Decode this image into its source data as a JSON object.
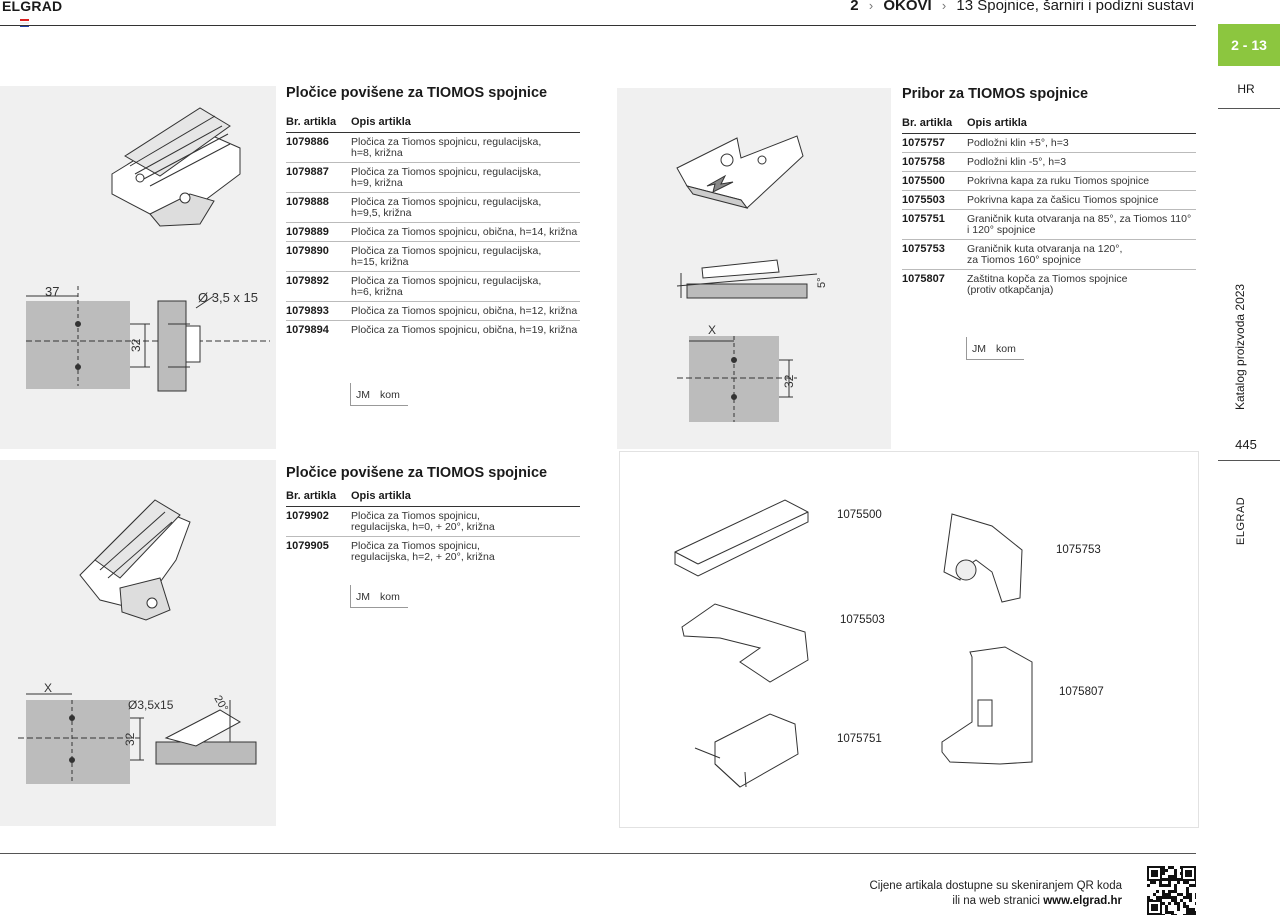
{
  "header": {
    "brand": "ELGRAD",
    "crumb_chapter_no": "2",
    "crumb_chapter": "OKOVI",
    "crumb_section_no": "13",
    "crumb_section": "Spojnice, šarniri i podizni sustavi"
  },
  "rail": {
    "chapter_tab": "2 - 13",
    "language": "HR",
    "catalog": "Katalog proizvoda 2023",
    "page_number": "445",
    "brand": "ELGRAD"
  },
  "section1": {
    "title": "Pločice povišene za TIOMOS spojnice",
    "col_code": "Br. artikla",
    "col_desc": "Opis artikla",
    "rows": [
      {
        "code": "1079886",
        "desc": [
          "Pločica za Tiomos spojnicu, regulacijska,",
          "h=8, križna"
        ]
      },
      {
        "code": "1079887",
        "desc": [
          "Pločica za Tiomos spojnicu, regulacijska,",
          "h=9, križna"
        ]
      },
      {
        "code": "1079888",
        "desc": [
          "Pločica za Tiomos spojnicu, regulacijska,",
          "h=9,5, križna"
        ]
      },
      {
        "code": "1079889",
        "desc": [
          "Pločica za Tiomos spojnicu, obična, h=14, križna"
        ]
      },
      {
        "code": "1079890",
        "desc": [
          "Pločica za Tiomos spojnicu, regulacijska,",
          "h=15, križna"
        ]
      },
      {
        "code": "1079892",
        "desc": [
          "Pločica za Tiomos spojnicu, regulacijska,",
          "h=6, križna"
        ]
      },
      {
        "code": "1079893",
        "desc": [
          "Pločica za Tiomos spojnicu, obična, h=12, križna"
        ]
      },
      {
        "code": "1079894",
        "desc": [
          "Pločica za Tiomos spojnicu, obična, h=19, križna"
        ]
      }
    ],
    "unit_label": "JM",
    "unit_value": "kom",
    "drawing": {
      "dim_a": "37",
      "dim_b": "32",
      "screw": "Ø 3,5 x 15"
    }
  },
  "section2": {
    "title": "Pribor za TIOMOS spojnice",
    "col_code": "Br. artikla",
    "col_desc": "Opis artikla",
    "rows": [
      {
        "code": "1075757",
        "desc": [
          "Podložni klin +5°, h=3"
        ]
      },
      {
        "code": "1075758",
        "desc": [
          "Podložni klin -5°, h=3"
        ]
      },
      {
        "code": "1075500",
        "desc": [
          "Pokrivna kapa za ruku Tiomos spojnice"
        ]
      },
      {
        "code": "1075503",
        "desc": [
          "Pokrivna kapa za čašicu Tiomos spojnice"
        ]
      },
      {
        "code": "1075751",
        "desc": [
          "Graničnik kuta otvaranja na 85°, za Tiomos 110°",
          "i 120° spojnice"
        ]
      },
      {
        "code": "1075753",
        "desc": [
          "Graničnik kuta otvaranja na 120°,",
          "za Tiomos 160° spojnice"
        ]
      },
      {
        "code": "1075807",
        "desc": [
          "Zaštitna kopča za Tiomos spojnice",
          "(protiv otkapčanja)"
        ]
      }
    ],
    "unit_label": "JM",
    "unit_value": "kom",
    "drawing": {
      "dim_x": "X",
      "dim_b": "32",
      "angle": "5°"
    }
  },
  "section3": {
    "title": "Pločice povišene za TIOMOS spojnice",
    "col_code": "Br. artikla",
    "col_desc": "Opis artikla",
    "rows": [
      {
        "code": "1079902",
        "desc": [
          "Pločica za Tiomos spojnicu,",
          "regulacijska, h=0, + 20°, križna"
        ]
      },
      {
        "code": "1079905",
        "desc": [
          "Pločica za Tiomos spojnicu,",
          "regulacijska, h=2, + 20°, križna"
        ]
      }
    ],
    "unit_label": "JM",
    "unit_value": "kom",
    "drawing": {
      "dim_x": "X",
      "dim_b": "32",
      "screw": "Ø3,5x15",
      "angle": "20°"
    }
  },
  "accessories": {
    "codes": [
      "1075500",
      "1075503",
      "1075751",
      "1075753",
      "1075807"
    ]
  },
  "footer": {
    "line1": "Cijene artikala dostupne su skeniranjem QR koda",
    "line2_prefix": "ili na web stranici",
    "url": "www.elgrad.hr"
  }
}
